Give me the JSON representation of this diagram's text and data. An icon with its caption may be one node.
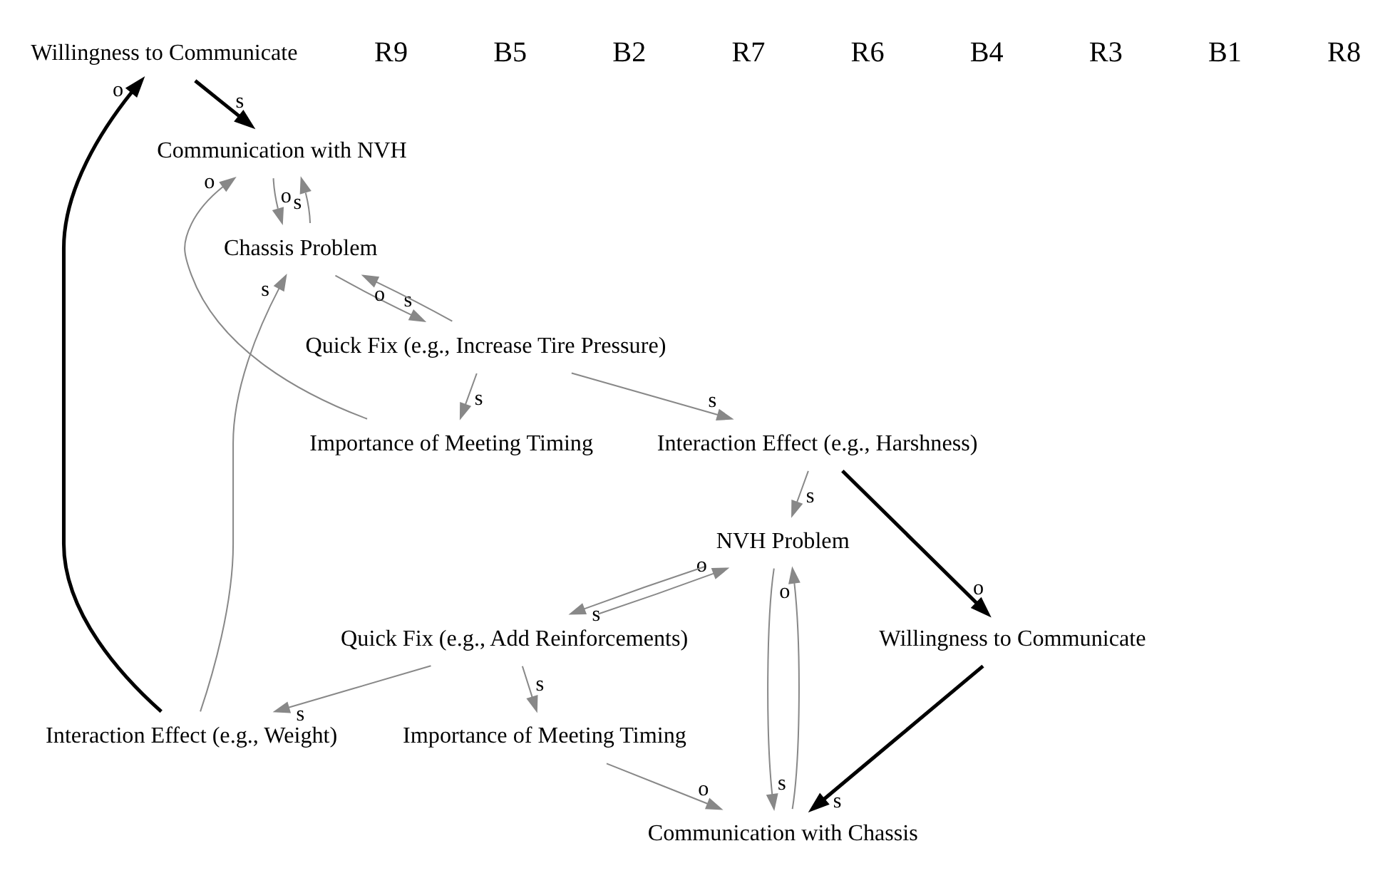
{
  "diagram": {
    "nodes": [
      {
        "text": [
          "Willingness to Communicate"
        ]
      },
      {
        "text": [
          "Communication with NVH"
        ]
      },
      {
        "text": [
          "Quick Fix (e.g., Add Reinforcements)"
        ]
      },
      {
        "text": [
          "Interaction Effect (e.g., Weight)"
        ]
      },
      {
        "text": [
          "Chassis Problem"
        ]
      },
      {
        "text": [
          "Importance of Meeting Timing"
        ]
      },
      {
        "text": [
          "Importance of Meeting Timing"
        ]
      },
      {
        "text": [
          "NVH Problem"
        ]
      },
      {
        "text": [
          "Interaction Effect (e.g., Harshness)"
        ]
      },
      {
        "text": [
          "Quick Fix (e.g., Increase Tire Pressure)"
        ]
      },
      {
        "text": [
          "Communication with Chassis"
        ]
      },
      {
        "text": [
          "Willingness to Communicate"
        ]
      }
    ],
    "edges": [
      {
        "from": 0,
        "to": 1,
        "arrow": "to",
        "label": "s",
        "style": "thick",
        "color": "#000000"
      },
      {
        "from": 3,
        "to": 0,
        "arrow": "to",
        "label": "o",
        "style": "thick",
        "color": "#000000"
      },
      {
        "from": 5,
        "to": 1,
        "arrow": "to",
        "label": "o"
      },
      {
        "from": 4,
        "to": 1,
        "arrow": "to",
        "label": "s"
      },
      {
        "from": 2,
        "to": 3,
        "arrow": "to",
        "label": "s"
      },
      {
        "from": 1,
        "to": 4,
        "arrow": "to",
        "label": "o"
      },
      {
        "from": 3,
        "to": 4,
        "arrow": "to",
        "label": "s"
      },
      {
        "from": 9,
        "to": 4,
        "arrow": "to",
        "label": "o"
      },
      {
        "from": 7,
        "to": 2,
        "arrow": "to",
        "label": "s"
      },
      {
        "from": 2,
        "to": 6,
        "arrow": "to",
        "label": "s"
      },
      {
        "from": 2,
        "to": 7,
        "arrow": "to",
        "label": "o"
      },
      {
        "from": 9,
        "to": 5,
        "arrow": "to",
        "label": "s"
      },
      {
        "from": 8,
        "to": 7,
        "arrow": "to",
        "label": "s"
      },
      {
        "from": 10,
        "to": 7,
        "arrow": "to",
        "label": "o"
      },
      {
        "from": 4,
        "to": 9,
        "arrow": "to",
        "label": "s"
      },
      {
        "from": 9,
        "to": 8,
        "arrow": "to",
        "label": "s"
      },
      {
        "from": 6,
        "to": 10,
        "arrow": "to",
        "label": "o"
      },
      {
        "from": 7,
        "to": 10,
        "arrow": "to",
        "label": "s"
      },
      {
        "from": 8,
        "to": 11,
        "arrow": "to",
        "label": "o",
        "style": "thick",
        "color": "#000000"
      },
      {
        "from": 11,
        "to": 10,
        "arrow": "to",
        "label": "s",
        "style": "thick",
        "color": "#000000"
      }
    ],
    "labels": [
      "R9",
      "B5",
      "B2",
      "R7",
      "R6",
      "B4",
      "R3",
      "B1",
      "R8"
    ]
  }
}
